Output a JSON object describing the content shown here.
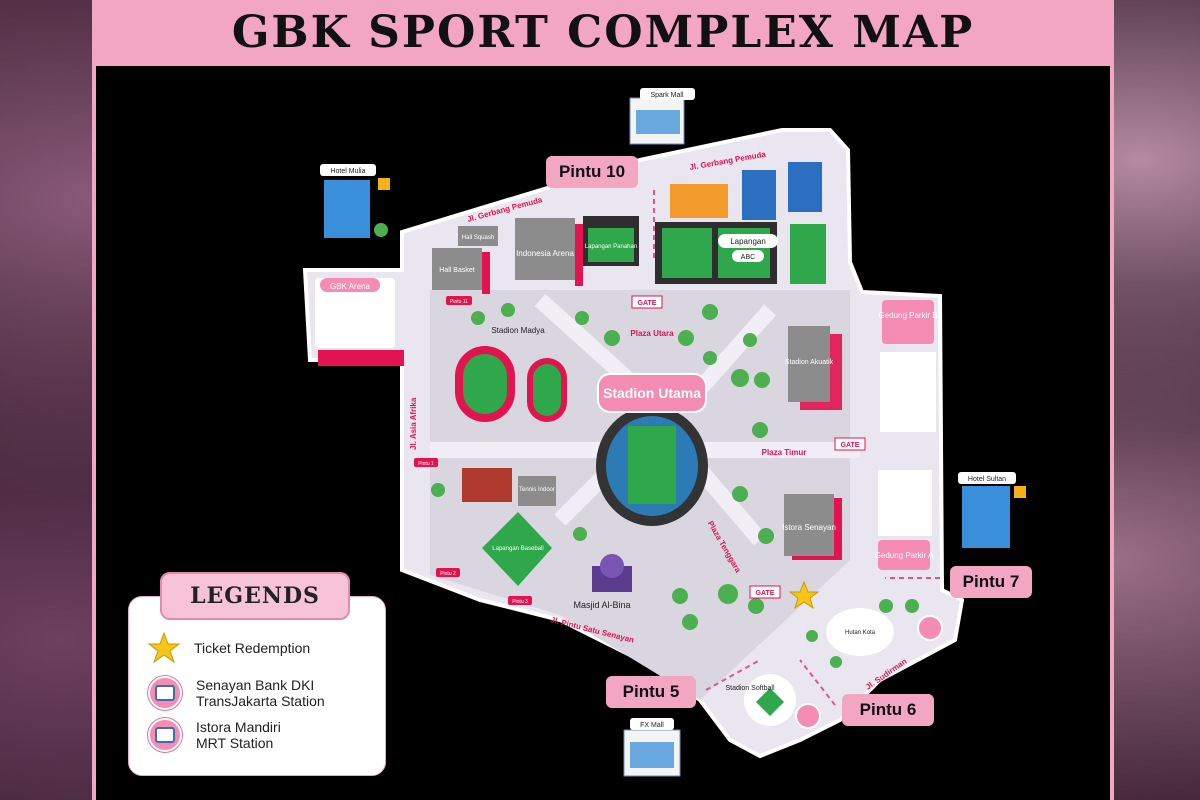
{
  "title": "GBK SPORT COMPLEX MAP",
  "colors": {
    "pink": "#f2a6c2",
    "road": "#e9e6ef",
    "building": "#8c8c8c",
    "red": "#e2134f",
    "field": "#2ea84a"
  },
  "landmarks": {
    "spark_mall": "Spark Mall",
    "hotel_mulia": "Hotel Mulia",
    "gbk_arena": "GBK Arena",
    "hall_basket": "Hall Basket",
    "hall_squash": "Hall Squash",
    "indonesia_arena": "Indonesia Arena",
    "lapangan_panahan": "Lapangan Panahan",
    "lapangan_abc": "Lapangan",
    "abc": "ABC",
    "gedung_parkir_b": "Gedung Parkir B",
    "stadion_madya": "Stadion Madya",
    "stadion_utama": "Stadion Utama",
    "stadion_akuatik": "Stadion Akuatik",
    "plaza_utara": "Plaza Utara",
    "plaza_timur": "Plaza Timur",
    "plaza_tenggara": "Plaza Tenggara",
    "tennis_indoor": "Tennis Indoor",
    "lapangan_baseball": "Lapangan Baseball",
    "masjid": "Masjid Al-Bina",
    "istora": "Istora Senayan",
    "gedung_parkir_a": "Gedung Parkir A",
    "hotel_sultan": "Hotel Sultan",
    "hutan_kota": "Hutan Kota",
    "stadion_softball": "Stadion Softball",
    "fx_mall": "FX Mall"
  },
  "streets": {
    "gerbang_pemuda_1": "Jl. Gerbang Pemuda",
    "gerbang_pemuda_2": "Jl. Gerbang Pemuda",
    "asia_afrika": "Jl. Asia Afrika",
    "pintu_satu": "Jl. Pintu Satu Senayan",
    "sudirman": "Jl. Sudirman"
  },
  "gates": {
    "gate": "GATE"
  },
  "small_gates": {
    "p11": "Pintu 11",
    "p1": "Pintu 1",
    "p2": "Pintu 2",
    "p3": "Pintu 3"
  },
  "entrances": {
    "pintu_10": "Pintu 10",
    "pintu_7": "Pintu 7",
    "pintu_5": "Pintu 5",
    "pintu_6": "Pintu 6"
  },
  "legend": {
    "title": "LEGENDS",
    "items": [
      {
        "label": "Ticket Redemption",
        "icon": "star-icon"
      },
      {
        "label": "Senayan Bank DKI\nTransJakarta Station",
        "icon": "bus-station-icon"
      },
      {
        "label": "Istora Mandiri\nMRT Station",
        "icon": "mrt-station-icon"
      }
    ]
  }
}
